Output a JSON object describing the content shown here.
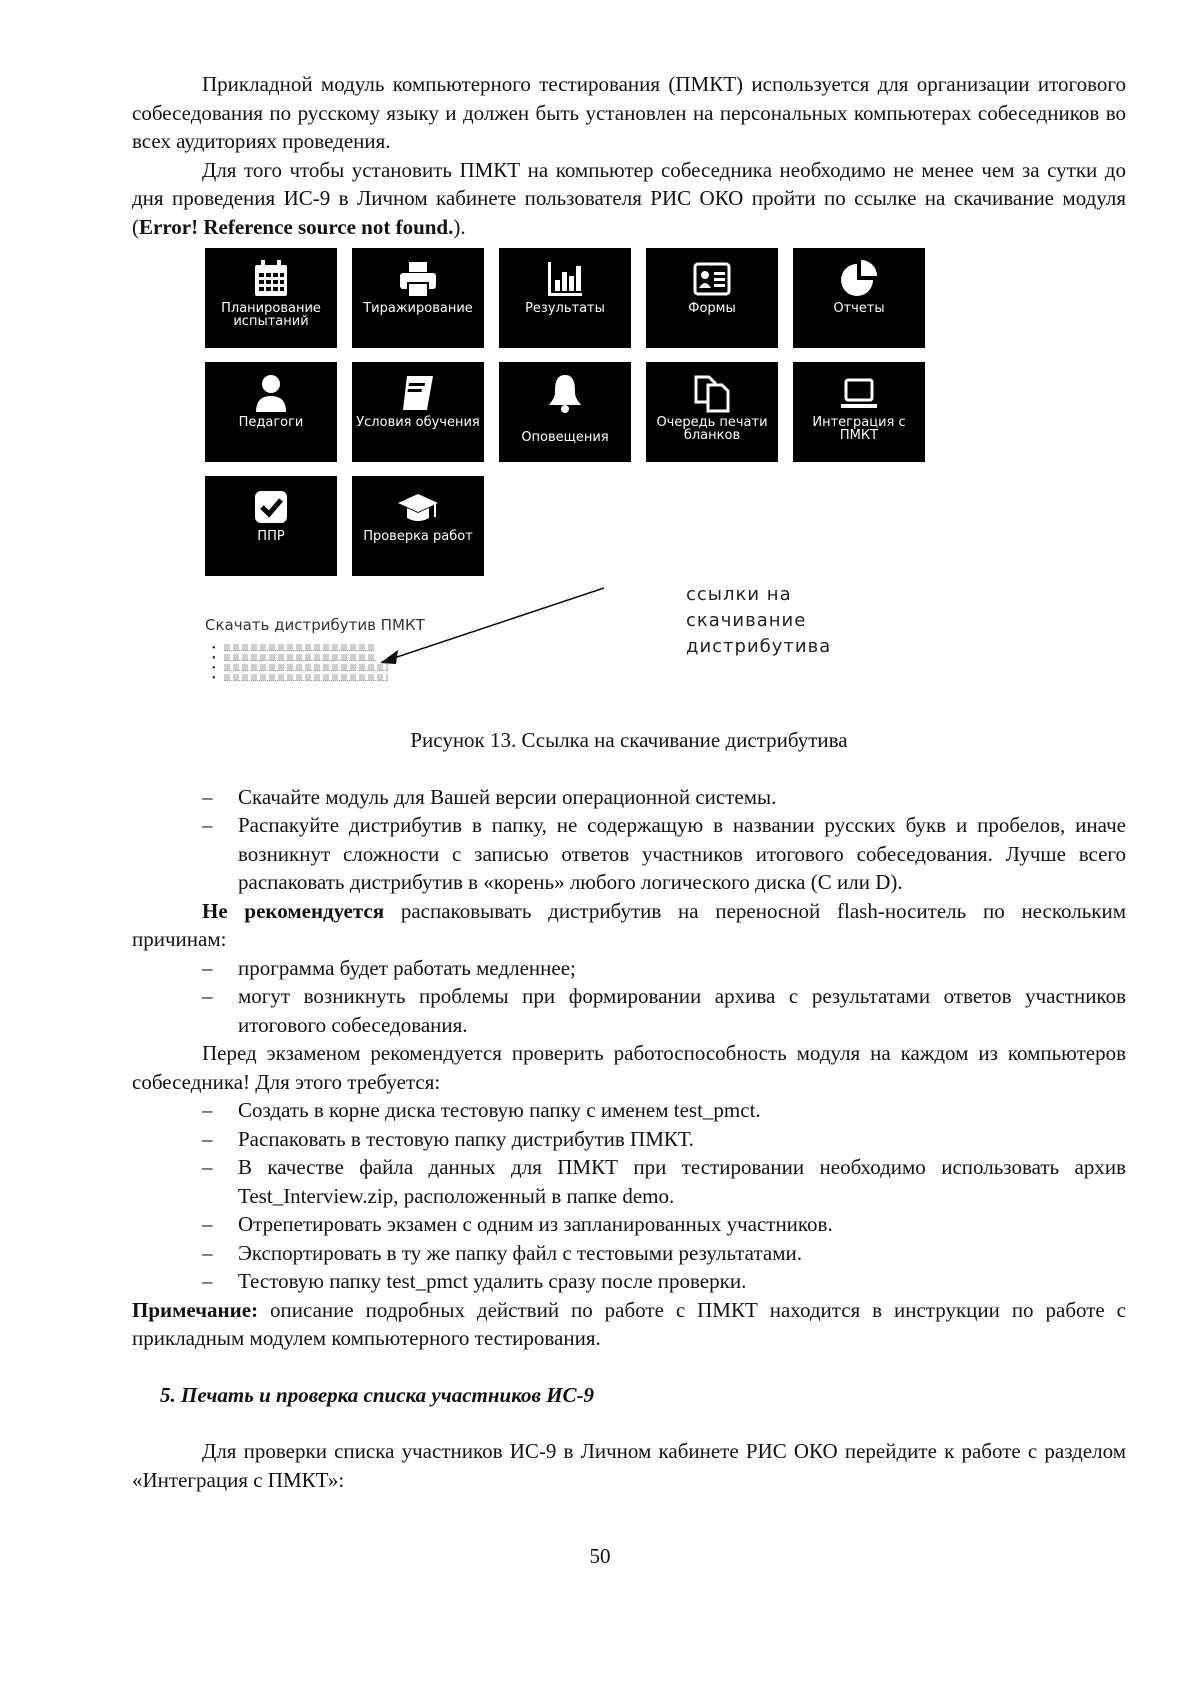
{
  "para1": "Прикладной модуль компьютерного тестирования (ПМКТ) используется для организации итогового собеседования по русскому языку и должен быть установлен на персональных компьютерах собеседников во всех аудиториях проведения.",
  "para2_text": "Для того чтобы установить ПМКТ на компьютер собеседника необходимо не менее чем за сутки до дня проведения ИС-9 в Личном кабинете пользователя РИС ОКО пройти по ссылке на скачивание модуля (",
  "para2_bold": "Error! Reference source not found.",
  "para2_end": ").",
  "figure": {
    "tiles": [
      {
        "icon": "calendar-icon",
        "label": "Планирование испытаний"
      },
      {
        "icon": "printer-icon",
        "label": "Тиражирование"
      },
      {
        "icon": "bar-chart-icon",
        "label": "Результаты"
      },
      {
        "icon": "id-card-icon",
        "label": "Формы"
      },
      {
        "icon": "pie-chart-icon",
        "label": "Отчеты"
      },
      {
        "icon": "user-icon",
        "label": "Педагоги"
      },
      {
        "icon": "book-icon",
        "label": "Условия обучения"
      },
      {
        "icon": "bell-icon",
        "label": "Оповещения"
      },
      {
        "icon": "copy-icon",
        "label": "Очередь печати бланков"
      },
      {
        "icon": "laptop-icon",
        "label": "Интеграция с ПМКТ"
      },
      {
        "icon": "checkbox-icon",
        "label": "ППР"
      },
      {
        "icon": "graduation-cap-icon",
        "label": "Проверка работ"
      }
    ],
    "download_title": "Скачать дистрибутив ПМКТ",
    "annotation": "ссылки на скачивание дистрибутива",
    "caption": "Рисунок 13. Ссылка на скачивание дистрибутива"
  },
  "steps1": [
    "Скачайте модуль для Вашей версии операционной системы.",
    "Распакуйте дистрибутив в папку, не содержащую в названии русских букв и пробелов, иначе возникнут сложности с записью ответов участников итогового собеседования. Лучше всего распаковать дистрибутив в «корень» любого логического диска (C или D)."
  ],
  "warn_bold": "Не рекомендуется",
  "warn_text": " распаковывать дистрибутив на переносной flash-носитель по нескольким причинам:",
  "reasons": [
    "программа будет работать медленнее;",
    "могут возникнуть проблемы при формировании архива с результатами ответов участников итогового собеседования."
  ],
  "check_intro": "Перед экзаменом рекомендуется проверить работоспособность модуля на каждом из компьютеров собеседника! Для этого требуется:",
  "steps2": [
    "Создать в корне диска тестовую папку с именем test_pmct.",
    "Распаковать в тестовую папку дистрибутив ПМКТ.",
    "В качестве файла данных для ПМКТ при тестировании необходимо использовать архив Test_Interview.zip, расположенный в папке demo.",
    "Отрепетировать экзамен с одним из запланированных участников.",
    "Экспортировать в ту же папку файл с тестовыми результатами.",
    "Тестовую папку test_pmct удалить сразу после проверки."
  ],
  "note_bold": "Примечание:",
  "note_text": " описание подробных действий по работе с ПМКТ находится в инструкции по работе с прикладным модулем компьютерного тестирования.",
  "section_title": "5.  Печать и проверка списка участников ИС-9",
  "final_para": "Для проверки списка участников ИС-9 в Личном кабинете РИС ОКО перейдите к работе с разделом «Интеграция с ПМКТ»:",
  "dash": "–",
  "page_number": "50"
}
